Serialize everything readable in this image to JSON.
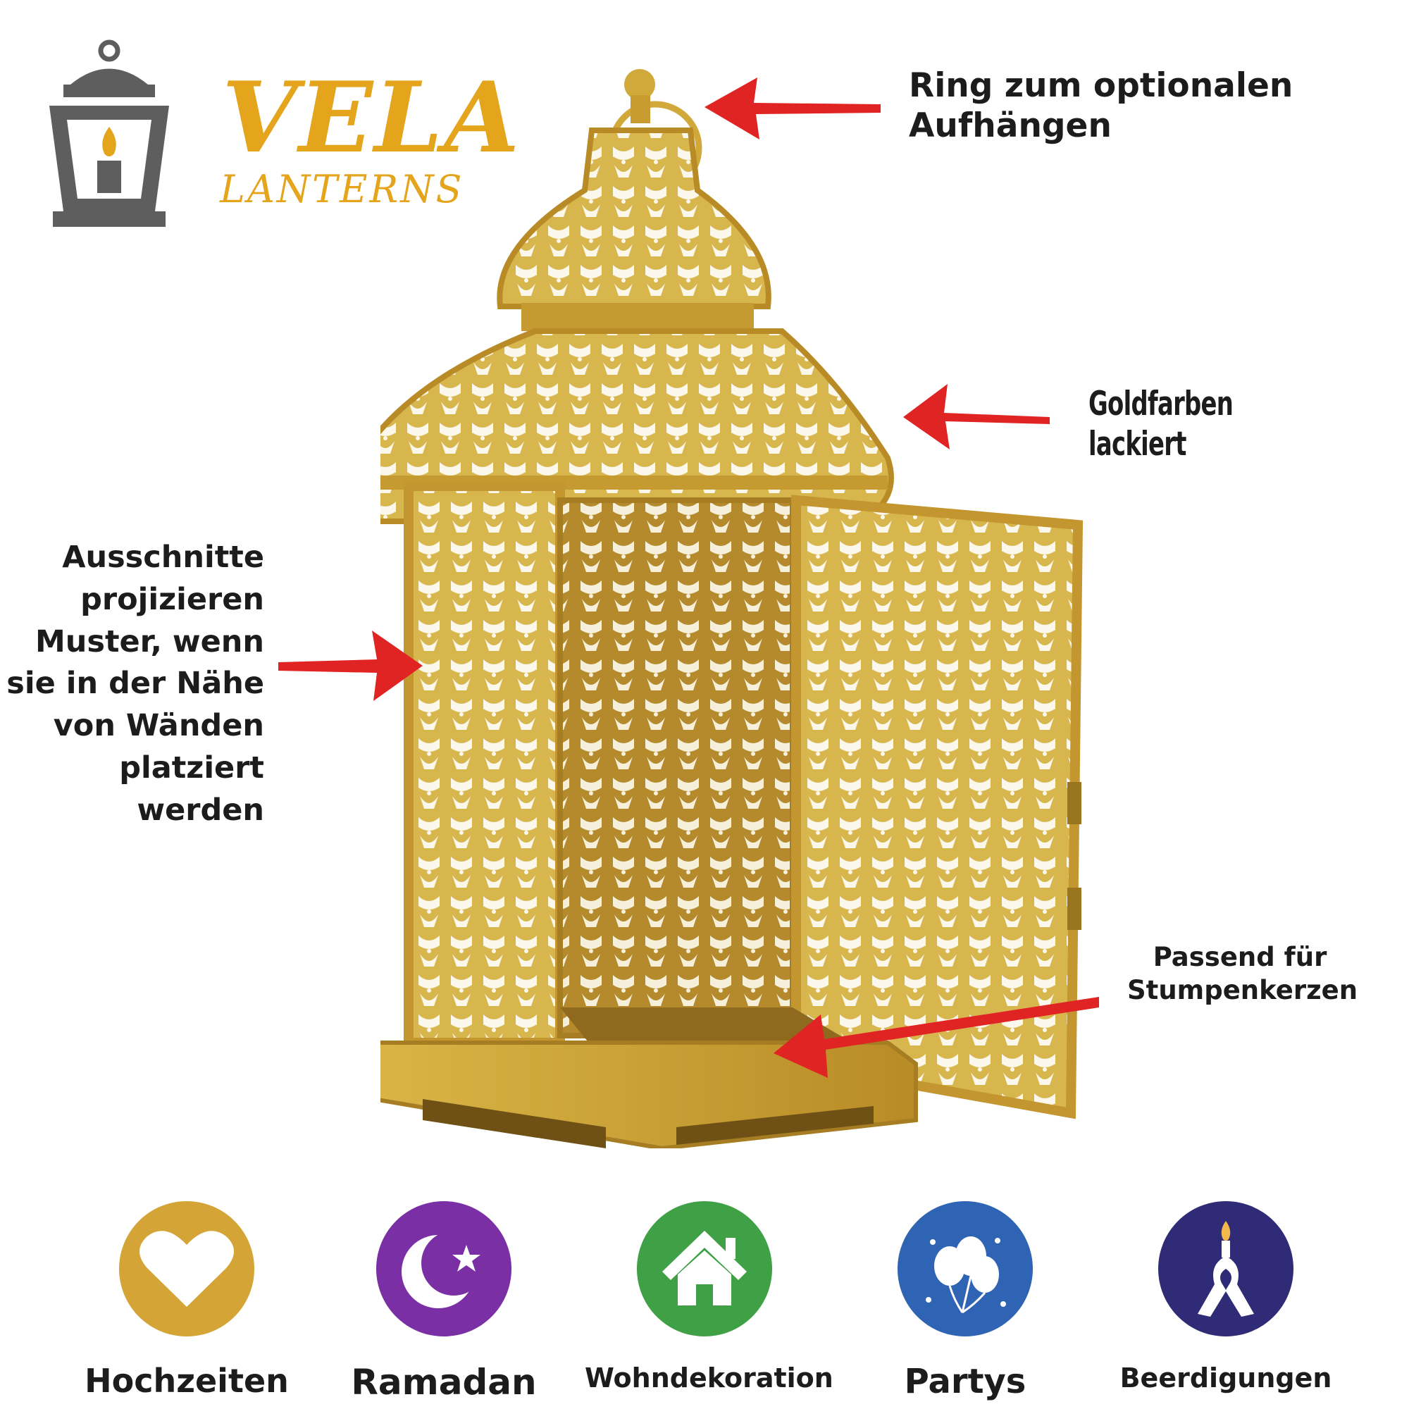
{
  "logo": {
    "brand": "VELA",
    "tagline": "LANTERNS"
  },
  "callouts": {
    "ring": [
      "Ring zum optionalen",
      "Aufhängen"
    ],
    "gold": "Goldfarben lackiert",
    "cutouts": [
      "Ausschnitte",
      "projizieren",
      "Muster, wenn",
      "sie in der Nähe",
      "von Wänden",
      "platziert",
      "werden"
    ],
    "candles": [
      "Passend für",
      "Stumpenkerzen"
    ]
  },
  "use_cases": [
    {
      "label": "Hochzeiten",
      "icon": "heart-icon",
      "color": "#d4a437"
    },
    {
      "label": "Ramadan",
      "icon": "crescent-star-icon",
      "color": "#7b2fa4"
    },
    {
      "label": "Wohndekoration",
      "icon": "house-icon",
      "color": "#3fa046"
    },
    {
      "label": "Partys",
      "icon": "balloons-icon",
      "color": "#2f63b3"
    },
    {
      "label": "Beerdigungen",
      "icon": "candle-ribbon-icon",
      "color": "#2f2b76"
    }
  ],
  "colors": {
    "brand_gold": "#e4a41c",
    "lantern_gold": "#c9a13a",
    "arrow_red": "#e02424",
    "logo_gray": "#5e5e5e"
  }
}
